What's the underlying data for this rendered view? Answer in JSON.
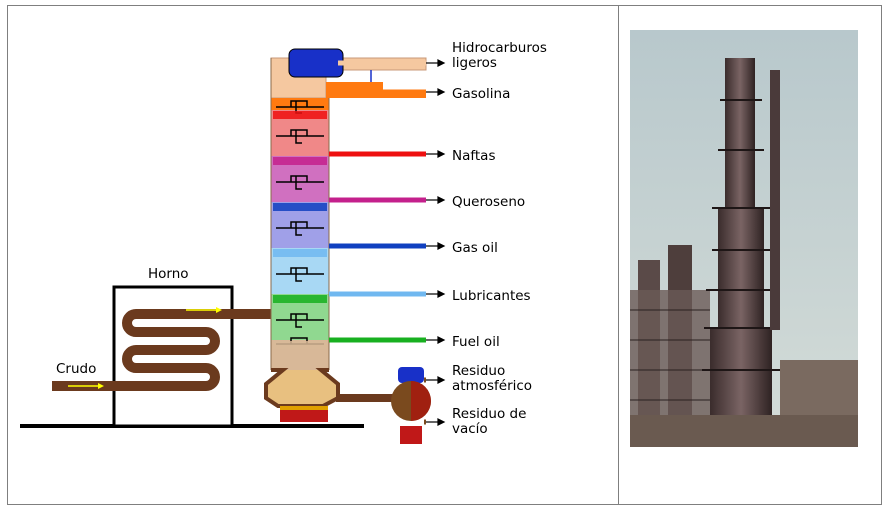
{
  "diagram": {
    "furnace_label": "Horno",
    "input_label": "Crudo",
    "outputs": [
      {
        "lines": [
          "Hidrocarburos",
          "ligeros"
        ],
        "color": "#f5c8a0"
      },
      {
        "lines": [
          "Gasolina"
        ],
        "color": "#ff7a10"
      },
      {
        "lines": [
          "Naftas"
        ],
        "color": "#ee1010"
      },
      {
        "lines": [
          "Queroseno"
        ],
        "color": "#c4208c"
      },
      {
        "lines": [
          "Gas oil"
        ],
        "color": "#1040c0"
      },
      {
        "lines": [
          "Lubricantes"
        ],
        "color": "#70b8f0"
      },
      {
        "lines": [
          "Fuel oil"
        ],
        "color": "#18b020"
      },
      {
        "lines": [
          "Residuo",
          "atmosférico"
        ],
        "color": "#7a4a1e"
      },
      {
        "lines": [
          "Residuo de",
          "vacío"
        ],
        "color": "#7a4a1e"
      }
    ],
    "colors": {
      "crude_pipe": "#6b3a1e",
      "furnace_frame": "#000000",
      "condenser": "#1830c8",
      "residue_bottom": "#c01818",
      "flow_arrow": "#ffff00"
    }
  },
  "photo": {
    "subject": "refinery-distillation-tower",
    "colors": {
      "sky": "#c8d2d4",
      "tower": "#4a3a3a",
      "ground": "#6a5a50"
    }
  }
}
